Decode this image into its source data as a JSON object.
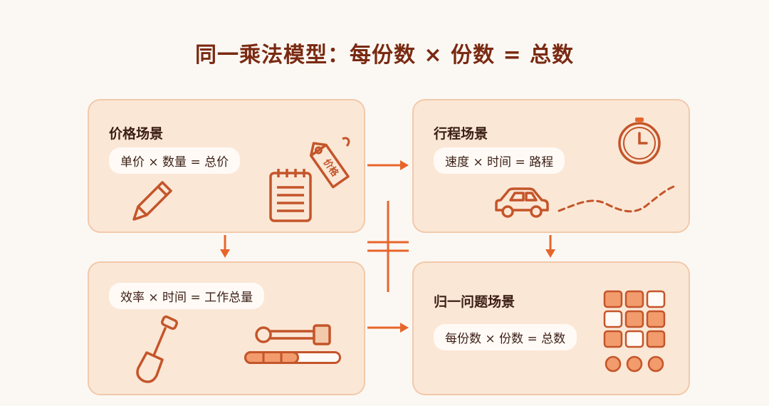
{
  "title": "同一乘法模型：每份数 × 份数 = 总数",
  "cards": [
    {
      "title": "价格场景",
      "formula": "单价 × 数量 = 总价",
      "tag_text": "价格"
    },
    {
      "title": "行程场景",
      "formula": "速度 × 时间 = 路程"
    },
    {
      "title": "",
      "formula": "效率 × 时间 = 工作总量"
    },
    {
      "title": "归一问题场景",
      "formula": "每份数 × 份数 = 总数"
    }
  ],
  "colors": {
    "accent": "#e8652a",
    "card_bg": "#fbe7d6",
    "title_color": "#7a2a12"
  }
}
